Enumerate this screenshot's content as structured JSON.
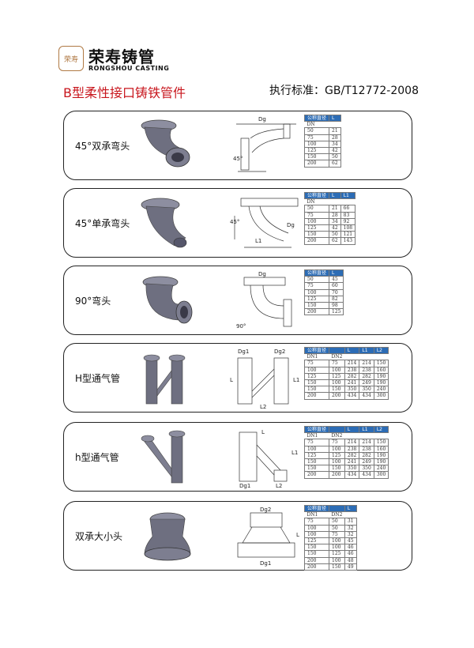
{
  "brand": {
    "cn": "荣寿铸管",
    "en": "RONGSHOU CASTING",
    "seal": "荣寿"
  },
  "title": "B型柔性接口铸铁管件",
  "standard": "执行标准：GB/T12772-2008",
  "colors": {
    "title_red": "#c8161d",
    "table_header_blue": "#2c6cb5",
    "metal_gray": "#6e6f80"
  },
  "products": [
    {
      "label": "45°双承弯头",
      "drawing_labels": [
        "Dg",
        "45°"
      ],
      "header": [
        "公称直径",
        "L"
      ],
      "subheader": [
        "DN",
        ""
      ],
      "rows": [
        [
          "50",
          "21"
        ],
        [
          "75",
          "28"
        ],
        [
          "100",
          "34"
        ],
        [
          "125",
          "42"
        ],
        [
          "150",
          "50"
        ],
        [
          "200",
          "62"
        ]
      ]
    },
    {
      "label": "45°单承弯头",
      "drawing_labels": [
        "45°",
        "L1",
        "Dg"
      ],
      "header": [
        "公称直径",
        "L",
        "L1"
      ],
      "subheader": [
        "DN",
        "",
        ""
      ],
      "rows": [
        [
          "50",
          "21",
          "66"
        ],
        [
          "75",
          "28",
          "83"
        ],
        [
          "100",
          "34",
          "92"
        ],
        [
          "125",
          "42",
          "108"
        ],
        [
          "150",
          "50",
          "121"
        ],
        [
          "200",
          "62",
          "143"
        ]
      ]
    },
    {
      "label": "90°弯头",
      "drawing_labels": [
        "Dg",
        "90°"
      ],
      "header": [
        "公称直径",
        "L"
      ],
      "subheader": [],
      "rows": [
        [
          "50",
          "45"
        ],
        [
          "75",
          "60"
        ],
        [
          "100",
          "70"
        ],
        [
          "125",
          "82"
        ],
        [
          "150",
          "98"
        ],
        [
          "200",
          "125"
        ]
      ]
    },
    {
      "label": "H型通气管",
      "drawing_labels": [
        "Dg1",
        "Dg2",
        "L",
        "L1",
        "L2"
      ],
      "header": [
        "公称直径",
        "",
        "L",
        "L1",
        "L2"
      ],
      "subheader": [
        "DN1",
        "DN2",
        "",
        "",
        ""
      ],
      "rows": [
        [
          "75",
          "75",
          "214",
          "214",
          "150"
        ],
        [
          "100",
          "100",
          "238",
          "238",
          "160"
        ],
        [
          "125",
          "125",
          "282",
          "282",
          "190"
        ],
        [
          "150",
          "100",
          "241",
          "249",
          "190"
        ],
        [
          "150",
          "150",
          "350",
          "350",
          "240"
        ],
        [
          "200",
          "200",
          "434",
          "434",
          "300"
        ]
      ]
    },
    {
      "label": "h型通气管",
      "drawing_labels": [
        "Dg1",
        "L",
        "L1",
        "L2"
      ],
      "header": [
        "公称直径",
        "",
        "L",
        "L1",
        "L2"
      ],
      "subheader": [
        "DN1",
        "DN2",
        "",
        "",
        ""
      ],
      "rows": [
        [
          "75",
          "75",
          "214",
          "214",
          "150"
        ],
        [
          "100",
          "100",
          "238",
          "238",
          "160"
        ],
        [
          "125",
          "125",
          "282",
          "282",
          "190"
        ],
        [
          "150",
          "100",
          "241",
          "249",
          "190"
        ],
        [
          "150",
          "150",
          "350",
          "350",
          "240"
        ],
        [
          "200",
          "200",
          "434",
          "434",
          "300"
        ]
      ]
    },
    {
      "label": "双承大小头",
      "drawing_labels": [
        "Dg2",
        "L",
        "Dg1"
      ],
      "header": [
        "公称直径",
        "",
        "L"
      ],
      "subheader": [
        "DN1",
        "DN2",
        ""
      ],
      "rows": [
        [
          "75",
          "50",
          "31"
        ],
        [
          "100",
          "50",
          "32"
        ],
        [
          "100",
          "75",
          "32"
        ],
        [
          "125",
          "100",
          "45"
        ],
        [
          "150",
          "100",
          "46"
        ],
        [
          "150",
          "125",
          "46"
        ],
        [
          "200",
          "100",
          "48"
        ],
        [
          "200",
          "150",
          "49"
        ]
      ]
    }
  ]
}
